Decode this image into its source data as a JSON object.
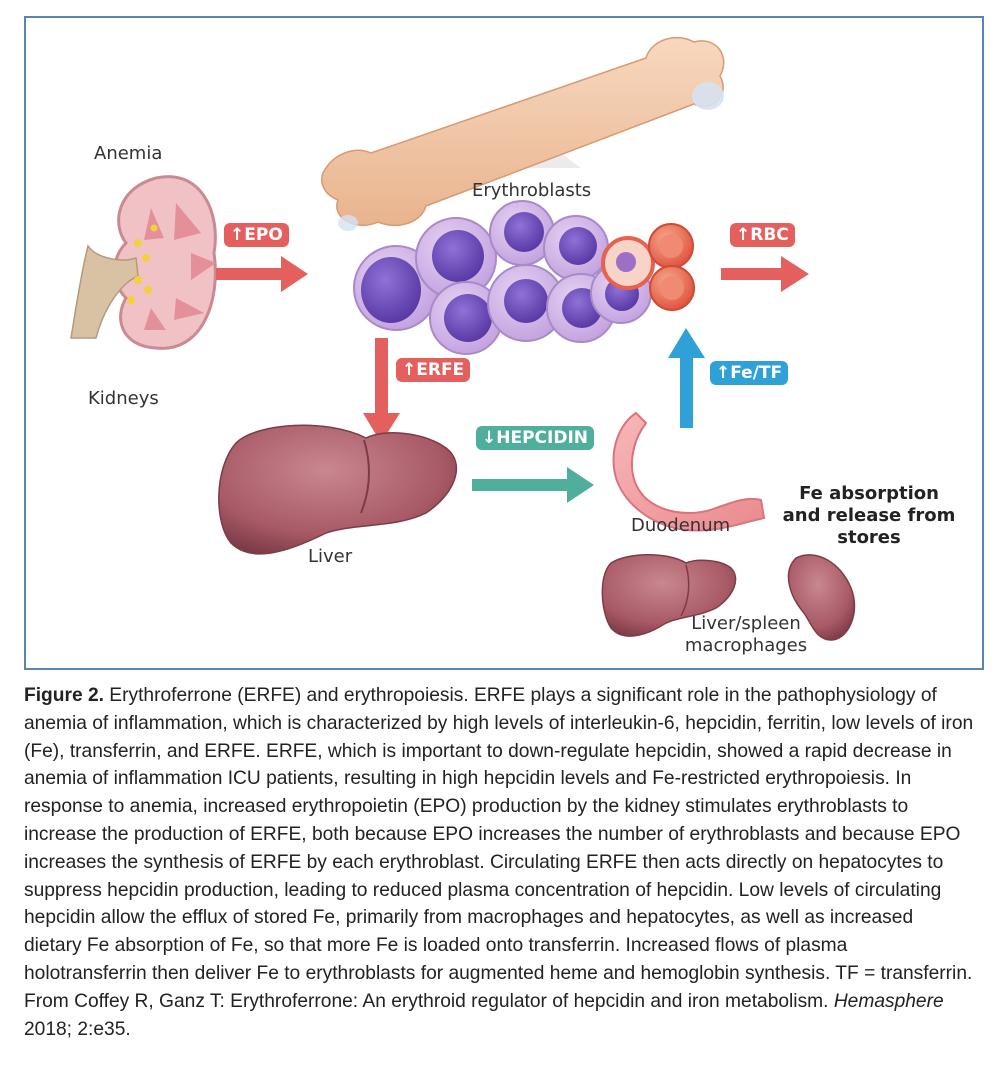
{
  "figure": {
    "labels": {
      "anemia": "Anemia",
      "kidneys": "Kidneys",
      "erythroblasts": "Erythroblasts",
      "liver": "Liver",
      "duodenum": "Duodenum",
      "fe_absorption": "Fe absorption\nand release from stores",
      "liver_spleen": "Liver/spleen\nmacrophages"
    },
    "badges": {
      "epo": "↑EPO",
      "rbc": "↑RBC",
      "erfe": "↑ERFE",
      "fe_tf": "↑Fe/TF",
      "hepcidin": "↓HEPCIDIN"
    },
    "colors": {
      "frame_border": "#5a84b4",
      "red_arrow": "#e4605e",
      "blue_arrow": "#2fa1d6",
      "teal_arrow": "#4fae9c",
      "organ": "#a85a66",
      "erythroblast": "#9d6fc6",
      "rbc": "#e8604e",
      "bone": "#f2c6a4"
    }
  },
  "caption": {
    "title": "Figure 2.",
    "body": " Erythroferrone (ERFE) and erythropoiesis. ERFE plays a significant role in the pathophysiology of anemia of inflammation, which is characterized by high levels of interleukin-6, hepcidin, ferritin, low levels of iron (Fe), transferrin, and ERFE. ERFE, which is important to down-regulate hepcidin, showed a rapid decrease in anemia of inflammation ICU patients, resulting in high hepcidin levels and Fe-restricted erythropoiesis. In response to anemia, increased erythropoietin (EPO) production by the kidney stimulates erythroblasts to increase the production of ERFE, both because EPO increases the number of erythroblasts and because EPO increases the synthesis of ERFE by each erythroblast. Circulating ERFE then acts directly on hepatocytes to suppress hepcidin production, leading to reduced plasma concentration of hepcidin. Low levels of circulating hepcidin allow the efflux of stored Fe, primarily from macrophages and hepatocytes, as well as increased dietary Fe absorption of Fe, so that more Fe is loaded onto transferrin. Increased flows of plasma holotransferrin then deliver Fe to erythroblasts for augmented heme and hemoglobin synthesis. TF = transferrin. From Coffey R, Ganz T: Erythroferrone: An erythroid regulator of hepcidin and iron metabolism. ",
    "journal": "Hemasphere",
    "citation_tail": " 2018; 2:e35."
  }
}
